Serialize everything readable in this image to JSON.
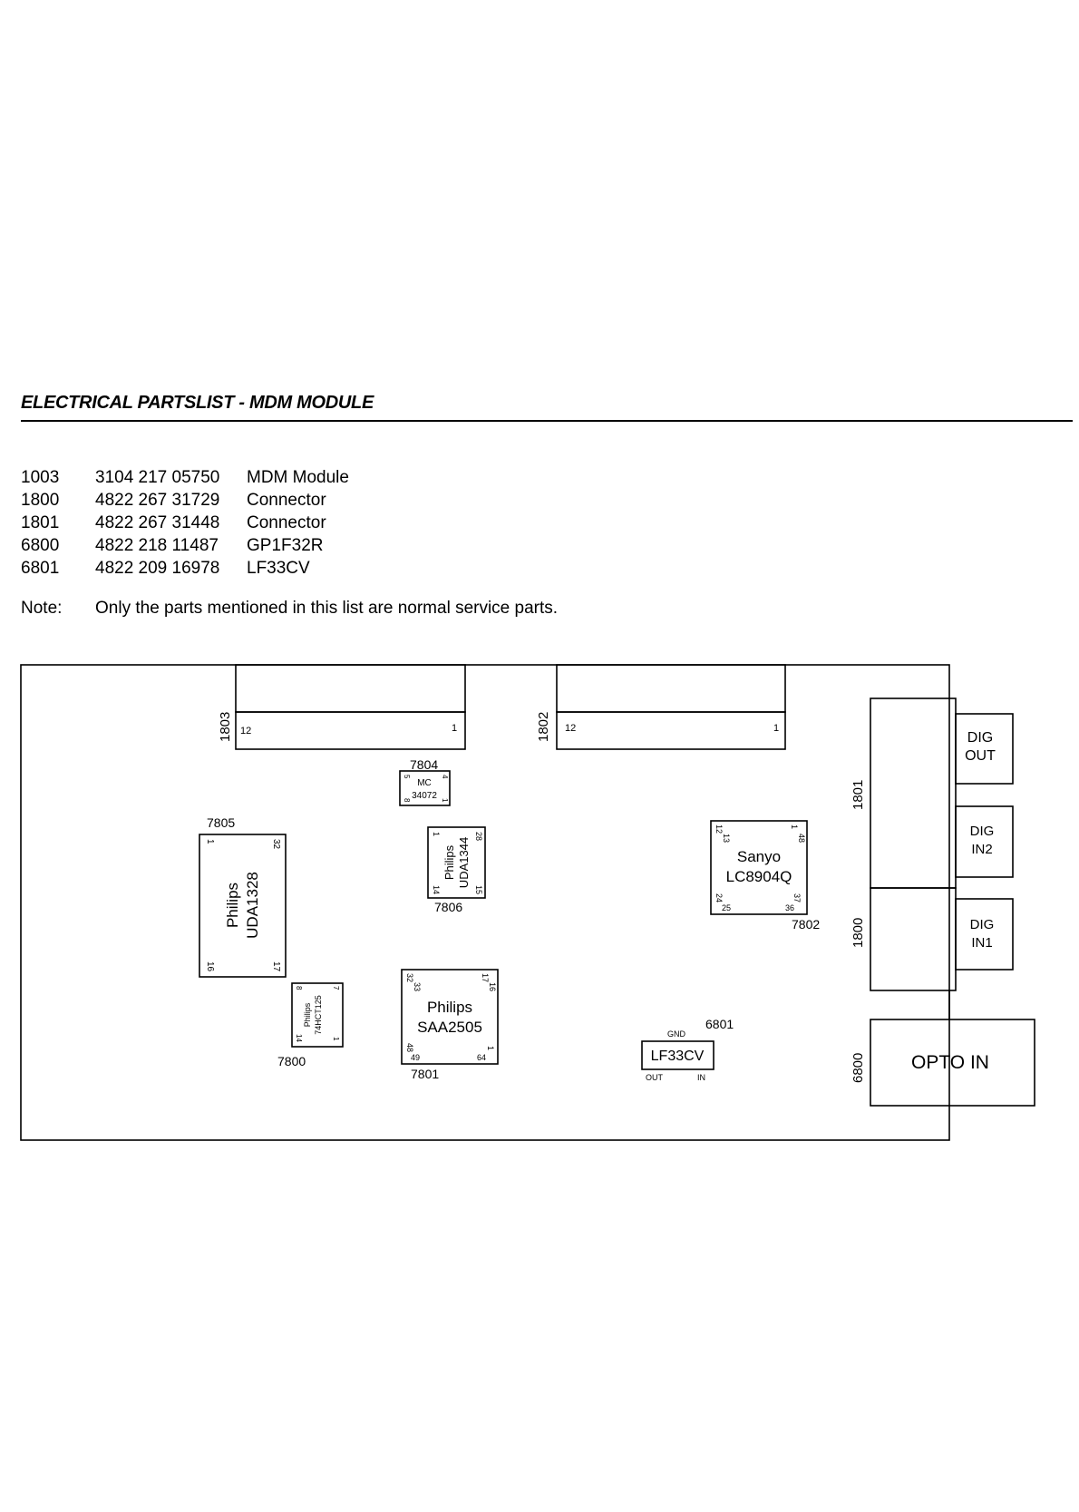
{
  "header": {
    "title": "ELECTRICAL PARTSLIST -  MDM MODULE"
  },
  "parts": [
    {
      "pos": "1003",
      "code": "3104 217 05750",
      "desc": "MDM Module"
    },
    {
      "pos": "1800",
      "code": "4822 267 31729",
      "desc": "Connector"
    },
    {
      "pos": "1801",
      "code": "4822 267 31448",
      "desc": "Connector"
    },
    {
      "pos": "6800",
      "code": "4822 218 11487",
      "desc": "GP1F32R"
    },
    {
      "pos": "6801",
      "code": "4822 209 16978",
      "desc": "LF33CV"
    }
  ],
  "note": {
    "label": "Note:",
    "text": "Only the parts mentioned in this list are normal service parts."
  },
  "board": {
    "conn1803": {
      "ref": "1803",
      "pin_left": "12",
      "pin_right": "1"
    },
    "conn1802": {
      "ref": "1802",
      "pin_left": "12",
      "pin_right": "1"
    },
    "ic7804": {
      "ref": "7804",
      "line1": "MC",
      "line2": "34072",
      "p5": "5",
      "p4": "4",
      "p8": "8",
      "p1": "1"
    },
    "ic7805": {
      "ref": "7805",
      "line1": "Philips",
      "line2": "UDA1328",
      "p1": "1",
      "p32": "32",
      "p16": "16",
      "p17": "17"
    },
    "ic7806": {
      "ref": "7806",
      "line1": "Philips",
      "line2": "UDA1344",
      "p1": "1",
      "p28": "28",
      "p14": "14",
      "p15": "15"
    },
    "ic7802": {
      "ref": "7802",
      "line1": "Sanyo",
      "line2": "LC8904Q",
      "p12": "12",
      "p13": "13",
      "p1": "1",
      "p48": "48",
      "p24": "24",
      "p25": "25",
      "p36": "36",
      "p37": "37"
    },
    "ic7800": {
      "ref": "7800",
      "line1": "Philips",
      "line2": "74HCT125",
      "p8": "8",
      "p7": "7",
      "p14": "14",
      "p1": "1"
    },
    "ic7801": {
      "ref": "7801",
      "line1": "Philips",
      "line2": "SAA2505",
      "p32": "32",
      "p33": "33",
      "p17": "17",
      "p16": "16",
      "p48": "48",
      "p49": "49",
      "p64": "64",
      "p1": "1"
    },
    "reg6801": {
      "ref": "6801",
      "label": "LF33CV",
      "gnd": "GND",
      "out": "OUT",
      "in": "IN"
    },
    "conn1801": {
      "ref": "1801"
    },
    "conn1800": {
      "ref": "1800"
    },
    "opto6800": {
      "ref": "6800",
      "label": "OPTO IN"
    },
    "dig_out": {
      "line1": "DIG",
      "line2": "OUT"
    },
    "dig_in2": {
      "line1": "DIG",
      "line2": "IN2"
    },
    "dig_in1": {
      "line1": "DIG",
      "line2": "IN1"
    }
  }
}
